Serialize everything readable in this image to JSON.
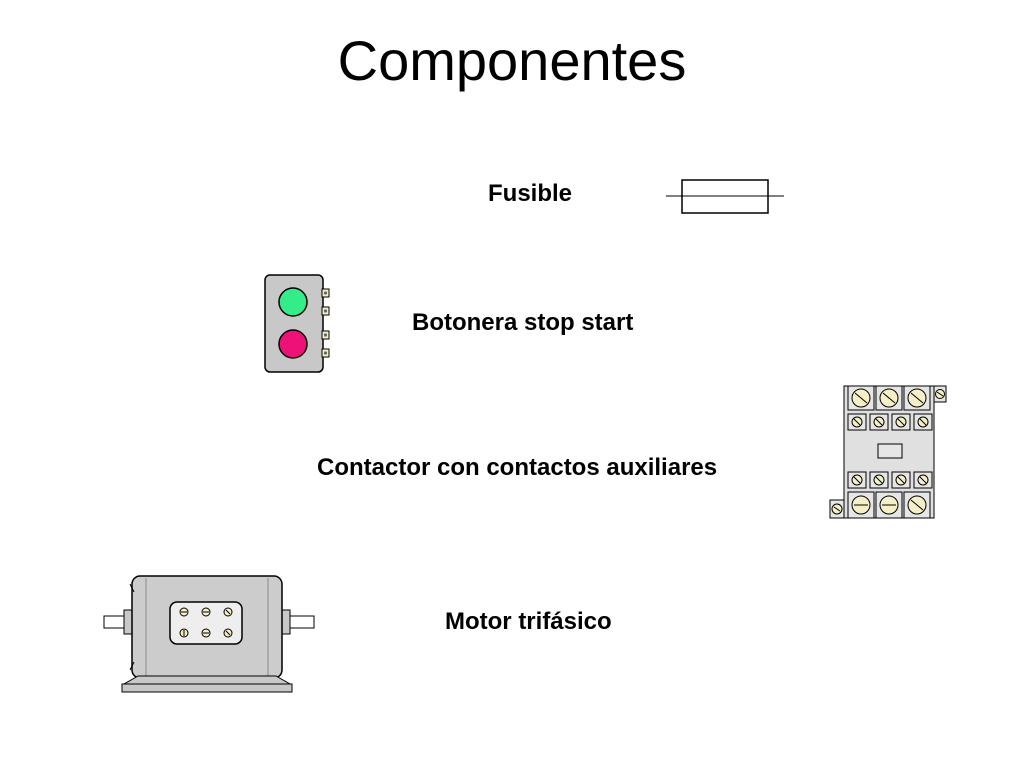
{
  "slide": {
    "title": "Componentes"
  },
  "components": {
    "fuse": {
      "label": "Fusible"
    },
    "pushbutton": {
      "label": "Botonera stop start",
      "start_color": "#33ee88",
      "stop_color": "#ee1177"
    },
    "contactor": {
      "label": "Contactor con contactos auxiliares",
      "body_color": "#dddddd",
      "terminal_color": "#f5efc8"
    },
    "motor": {
      "label": "Motor trifásico",
      "body_color": "#cccccc"
    }
  }
}
